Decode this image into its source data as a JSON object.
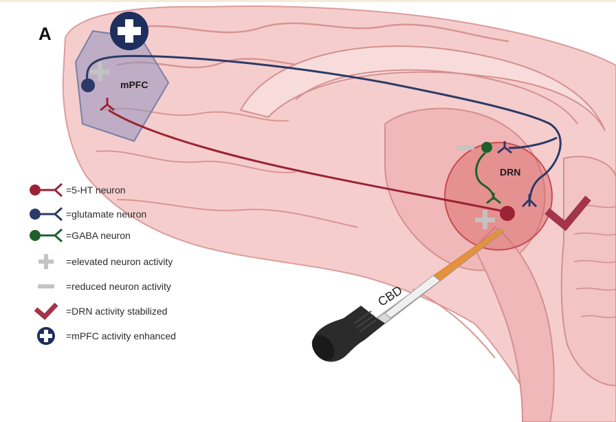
{
  "panel_label": "A",
  "regions": {
    "mpfc": "mPFC",
    "drn": "DRN"
  },
  "dropper_label": "CBD",
  "legend": [
    {
      "id": "serotonin",
      "icon": "serotonin-neuron-icon",
      "text": "=5-HT neuron",
      "color": "#9b2335"
    },
    {
      "id": "glutamate",
      "icon": "glutamate-neuron-icon",
      "text": "=glutamate neuron",
      "color": "#2b3a67"
    },
    {
      "id": "gaba",
      "icon": "gaba-neuron-icon",
      "text": "=GABA neuron",
      "color": "#1f5f2e"
    },
    {
      "id": "elevated",
      "icon": "plus-icon",
      "text": "=elevated neuron activity",
      "color": "#bdbdbd"
    },
    {
      "id": "reduced",
      "icon": "minus-icon",
      "text": "=reduced neuron activity",
      "color": "#bdbdbd"
    },
    {
      "id": "stabilized",
      "icon": "checkmark-icon",
      "text": "=DRN activity stabilized",
      "color": "#a3344a"
    },
    {
      "id": "enhanced",
      "icon": "plus-circle-icon",
      "text": "=mPFC activity enhanced",
      "color": "#1e2f5e"
    }
  ],
  "colors": {
    "brain_fill": "#f3c3c3",
    "brain_dark": "#e9a9a9",
    "brain_line": "#d99494",
    "mpfc_box": "#8f93bd",
    "drn_fill": "#d85f61",
    "serotonin": "#9b2335",
    "glutamate": "#2b3a67",
    "gaba": "#1f5f2e",
    "indicator_gray": "#c4c4c4",
    "check": "#a3344a",
    "plus_badge": "#1e2f5e"
  }
}
